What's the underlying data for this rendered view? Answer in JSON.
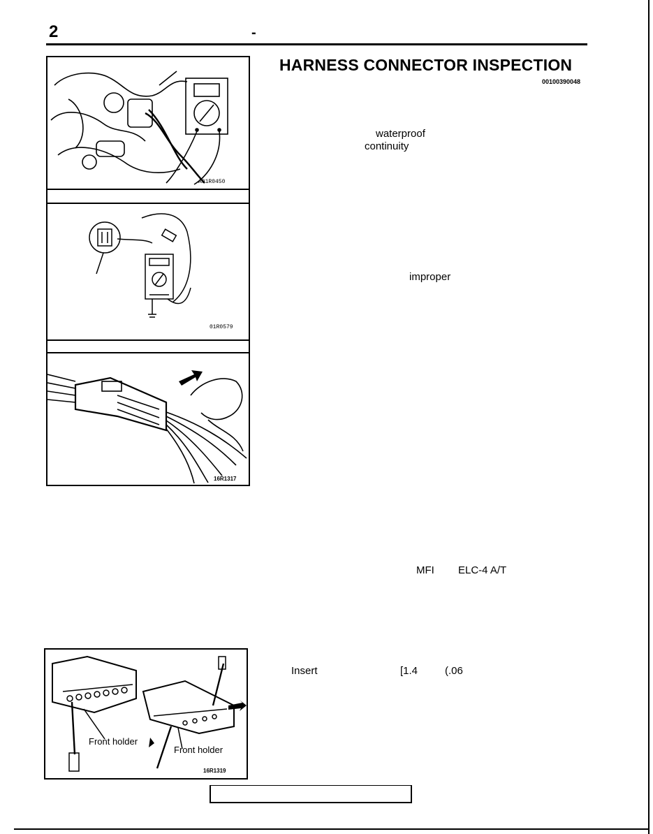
{
  "header": {
    "section_number": "2",
    "dash": "-"
  },
  "title": "HARNESS CONNECTOR INSPECTION",
  "doc_code": "00100390048",
  "figures": {
    "fig1_code": "A01R0450",
    "fig2_code": "01R0579",
    "fig3_code": "16R1317",
    "fig4_code": "16R1319",
    "fig4_label_left": "Front holder",
    "fig4_label_right": "Front holder"
  },
  "text_fragments": {
    "waterproof": "waterproof",
    "continuity": "continuity",
    "improper": "improper",
    "mfi": "MFI",
    "elc": "ELC-4 A/T",
    "insert": "Insert",
    "dim1": "[1.4",
    "dim2": "(.06"
  }
}
